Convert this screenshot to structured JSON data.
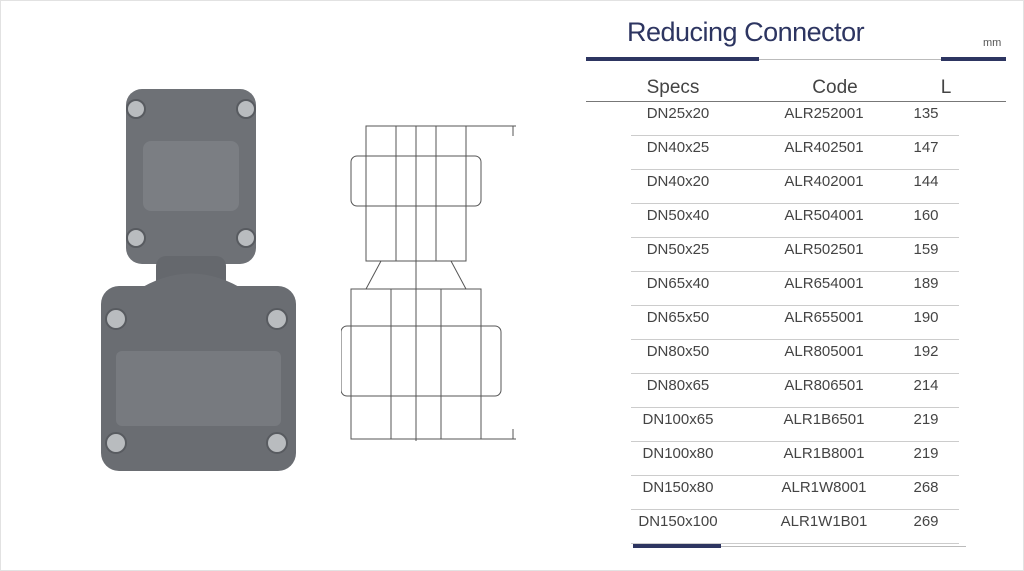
{
  "title": "Reducing Connector",
  "unit": "mm",
  "headers": {
    "specs": "Specs",
    "code": "Code",
    "l": "L"
  },
  "rows": [
    {
      "spec": "DN25x20",
      "code": "ALR252001",
      "l": "135"
    },
    {
      "spec": "DN40x25",
      "code": "ALR402501",
      "l": "147"
    },
    {
      "spec": "DN40x20",
      "code": "ALR402001",
      "l": "144"
    },
    {
      "spec": "DN50x40",
      "code": "ALR504001",
      "l": "160"
    },
    {
      "spec": "DN50x25",
      "code": "ALR502501",
      "l": "159"
    },
    {
      "spec": "DN65x40",
      "code": "ALR654001",
      "l": "189"
    },
    {
      "spec": "DN65x50",
      "code": "ALR655001",
      "l": "190"
    },
    {
      "spec": "DN80x50",
      "code": "ALR805001",
      "l": "192"
    },
    {
      "spec": "DN80x65",
      "code": "ALR806501",
      "l": "214"
    },
    {
      "spec": "DN100x65",
      "code": "ALR1B6501",
      "l": "219"
    },
    {
      "spec": "DN100x80",
      "code": "ALR1B8001",
      "l": "219"
    },
    {
      "spec": "DN150x80",
      "code": "ALR1W8001",
      "l": "268"
    },
    {
      "spec": "DN150x100",
      "code": "ALR1W1B01",
      "l": "269"
    }
  ],
  "colors": {
    "accent": "#2d3561",
    "product": "#6e7176"
  }
}
